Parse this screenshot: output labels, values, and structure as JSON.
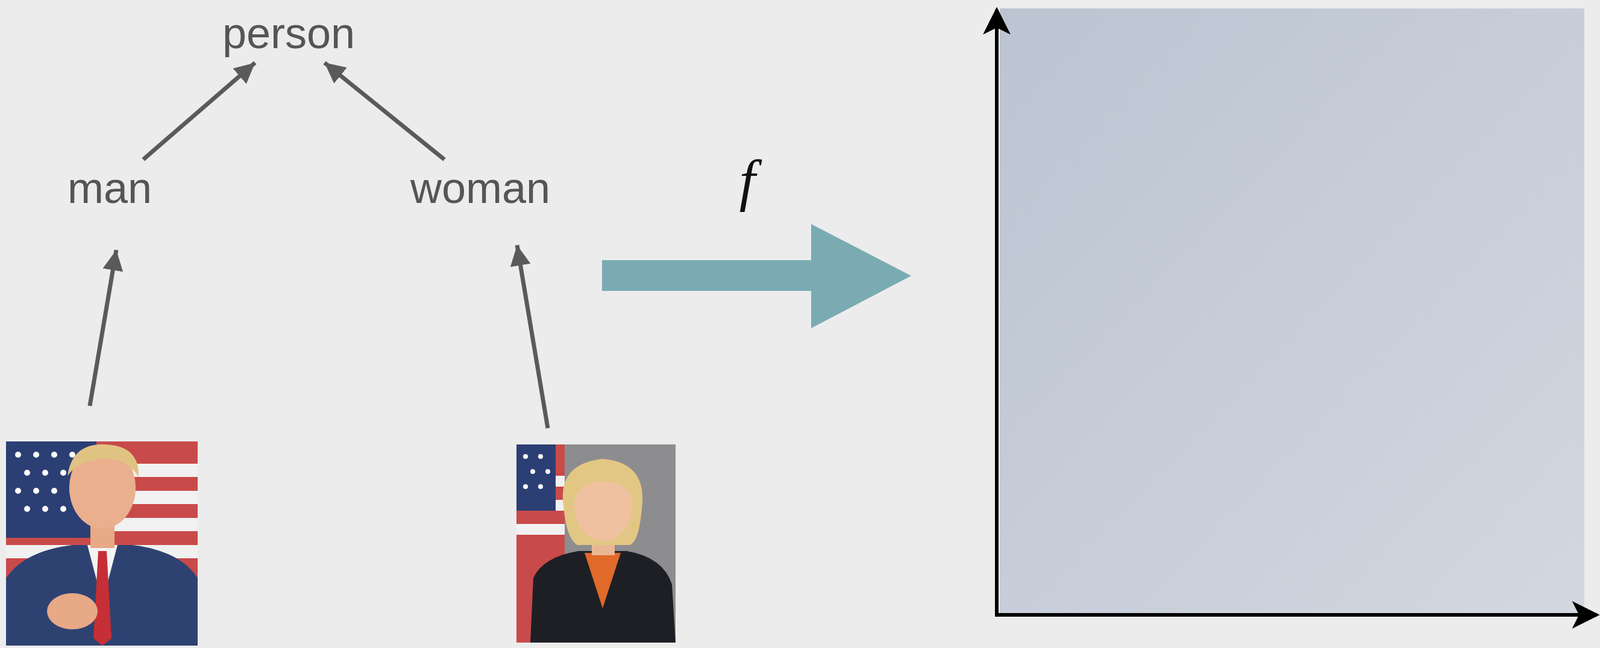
{
  "diagram": {
    "nodes": [
      {
        "text": [
          "person"
        ]
      },
      {
        "text": [
          "man"
        ]
      },
      {
        "text": [
          "woman"
        ]
      }
    ],
    "edges": [
      {
        "from": 1,
        "to": 0,
        "arrow": "to"
      },
      {
        "from": 2,
        "to": 0,
        "arrow": "to"
      }
    ],
    "labels": [
      "f"
    ]
  }
}
